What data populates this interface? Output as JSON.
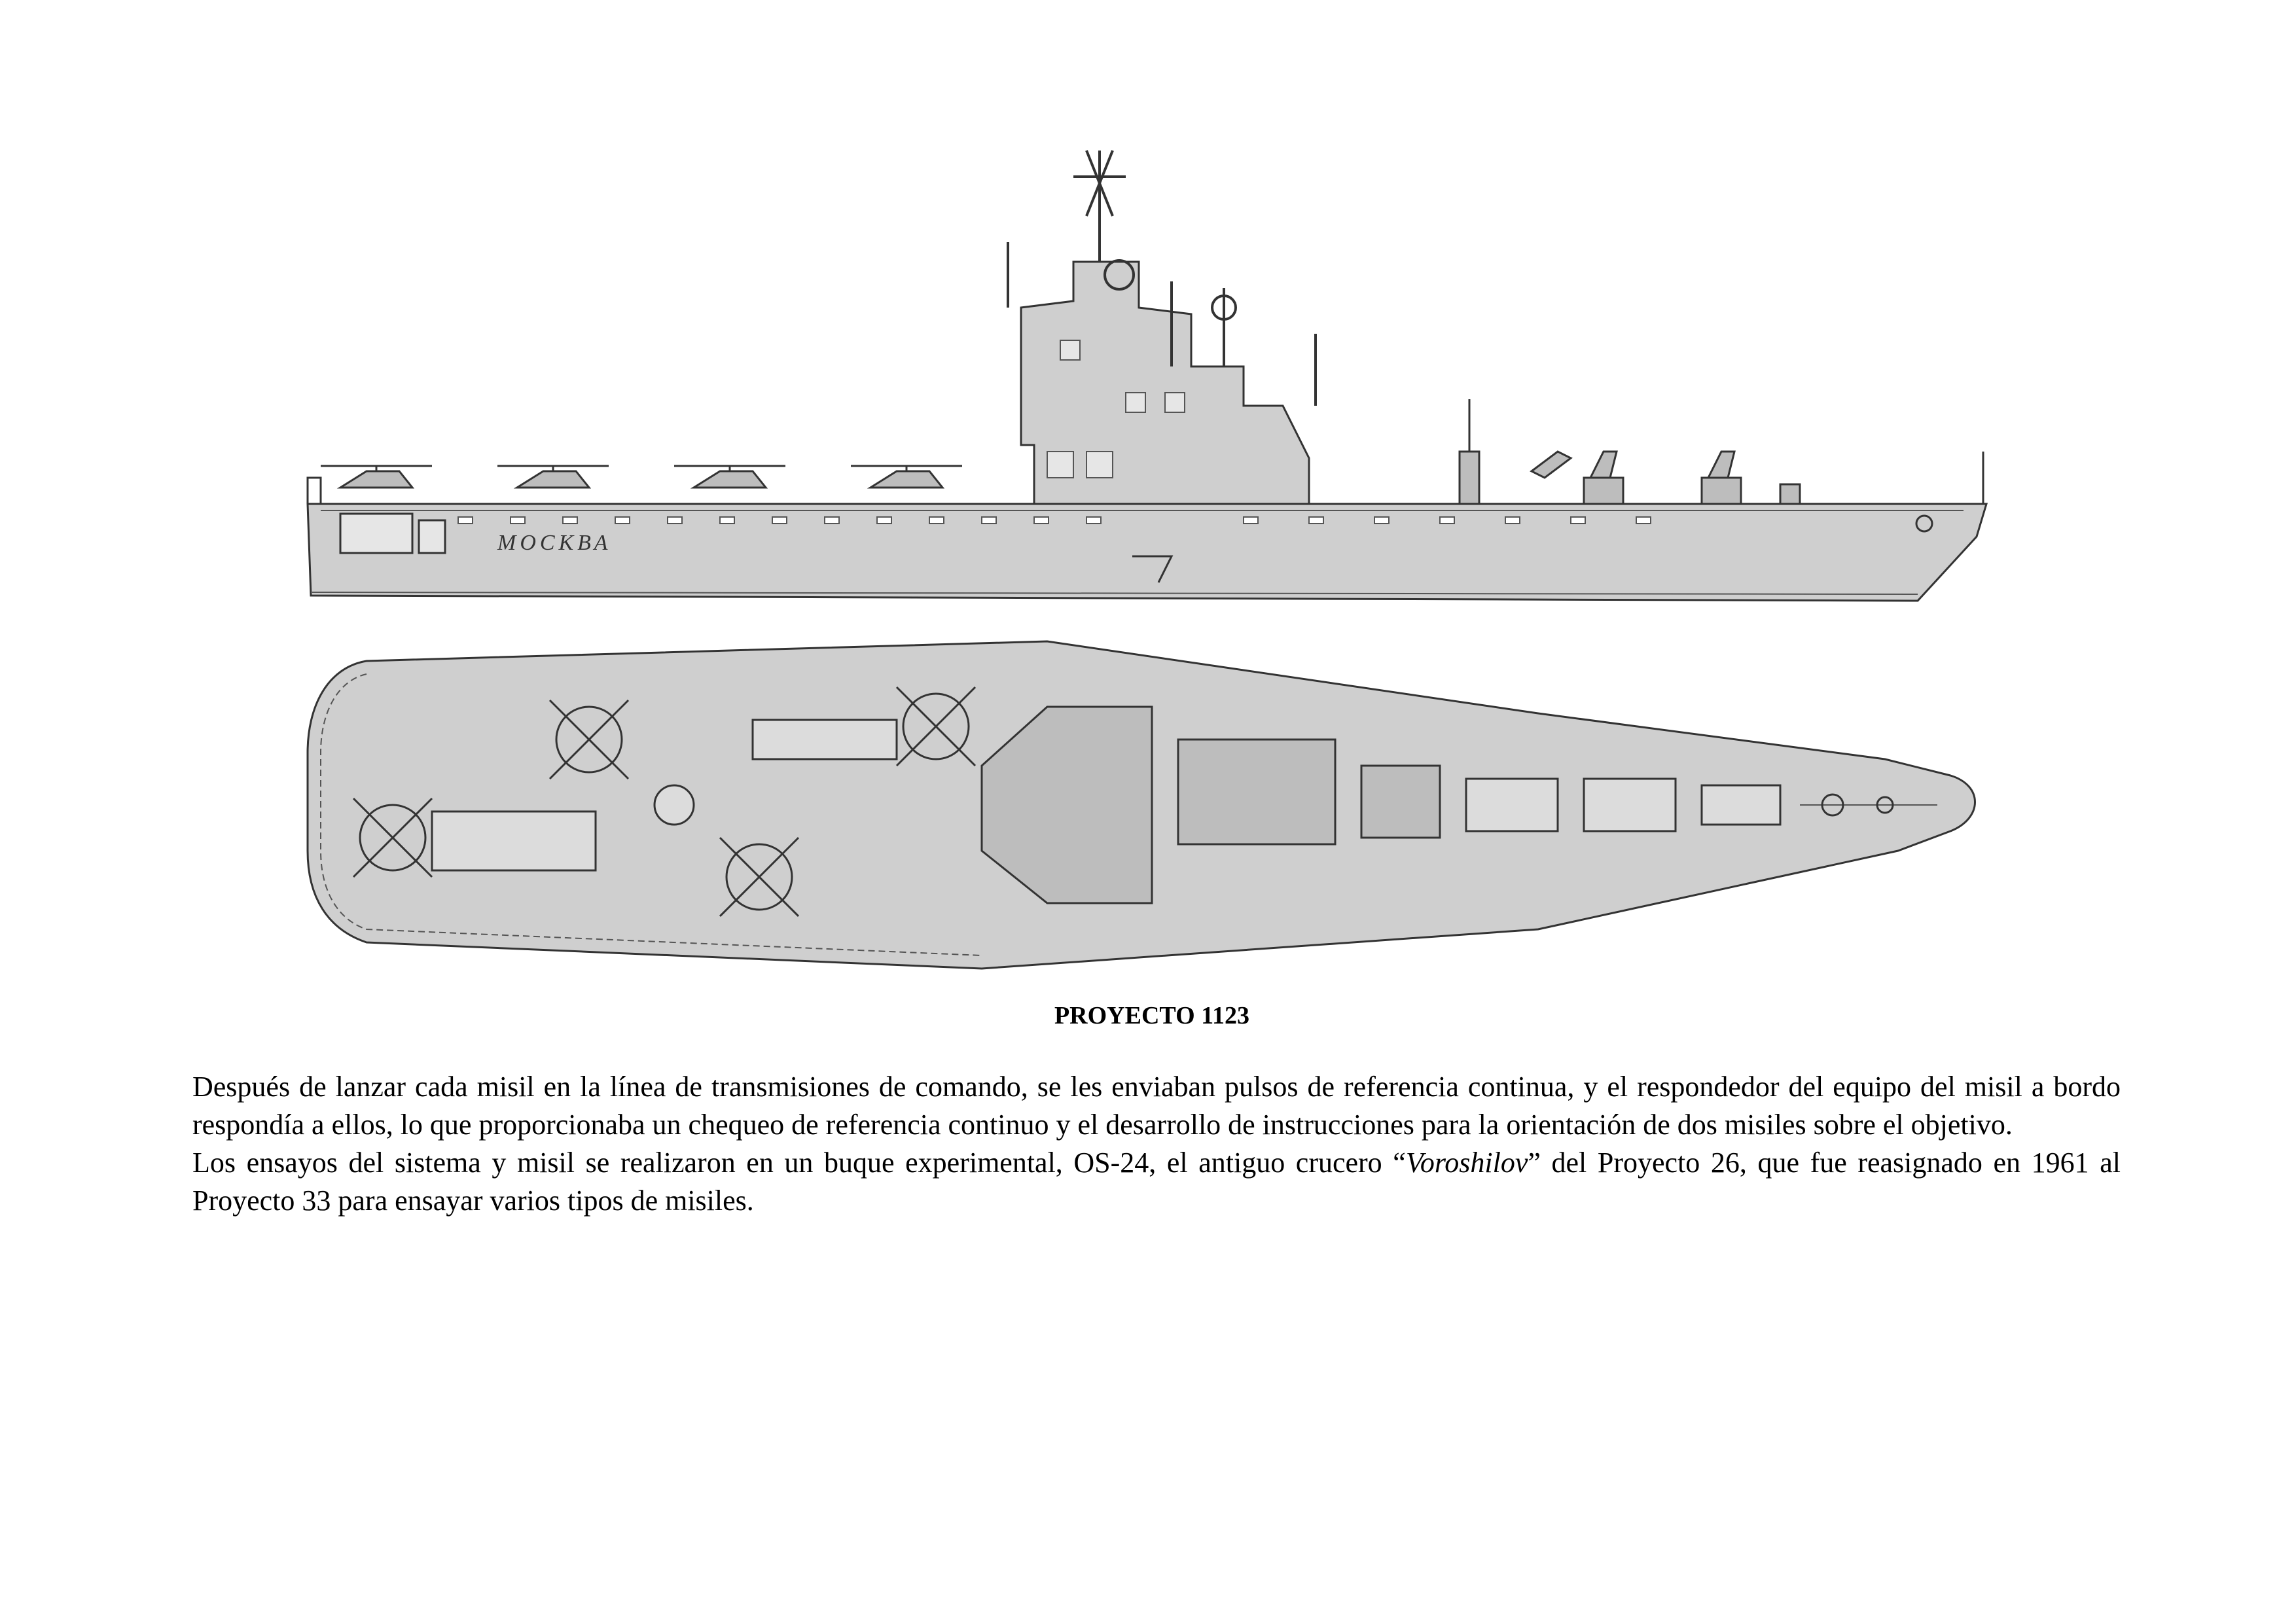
{
  "figure": {
    "hull_name": "МОСКВА",
    "caption": "PROYECTO 1123"
  },
  "body": {
    "paragraph1": "Después de lanzar cada misil en la línea de transmisiones de comando, se les enviaban pulsos de referencia continua, y el respondedor del equipo del misil a bordo respondía a ellos, lo que proporcionaba un chequeo de referencia continuo y el desarrollo de instrucciones para la orientación de dos misiles sobre el  objetivo.",
    "paragraph2_before": "Los ensayos del sistema y misil se realizaron en un buque experimental, OS-24, el antiguo crucero “",
    "paragraph2_italic": "Voroshilov",
    "paragraph2_after": "” del Proyecto 26, que fue reasignado en 1961 al Proyecto 33 para ensayar varios tipos de misiles."
  }
}
